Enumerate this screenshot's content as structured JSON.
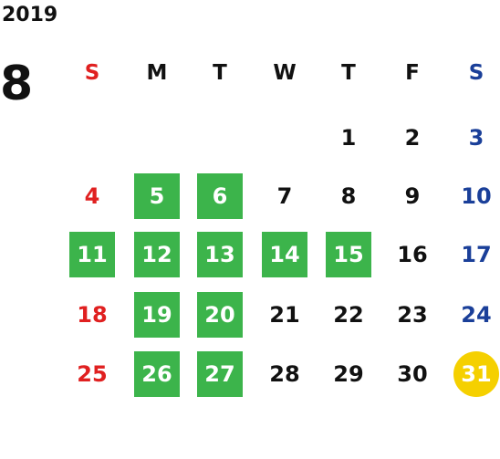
{
  "header": {
    "year": "2019",
    "month": "8"
  },
  "weekdays": [
    "S",
    "M",
    "T",
    "W",
    "T",
    "F",
    "S"
  ],
  "colors": {
    "sunday": "#e02020",
    "saturday": "#1a3f99",
    "weekday": "#111111",
    "green_highlight": "#3cb44b",
    "today_circle": "#f5d000"
  },
  "days": [
    {
      "label": "1",
      "col": 4,
      "row": 0,
      "style": "plain"
    },
    {
      "label": "2",
      "col": 5,
      "row": 0,
      "style": "plain"
    },
    {
      "label": "3",
      "col": 6,
      "row": 0,
      "style": "plain"
    },
    {
      "label": "4",
      "col": 0,
      "row": 1,
      "style": "plain"
    },
    {
      "label": "5",
      "col": 1,
      "row": 1,
      "style": "green"
    },
    {
      "label": "6",
      "col": 2,
      "row": 1,
      "style": "green"
    },
    {
      "label": "7",
      "col": 3,
      "row": 1,
      "style": "plain"
    },
    {
      "label": "8",
      "col": 4,
      "row": 1,
      "style": "plain"
    },
    {
      "label": "9",
      "col": 5,
      "row": 1,
      "style": "plain"
    },
    {
      "label": "10",
      "col": 6,
      "row": 1,
      "style": "plain"
    },
    {
      "label": "11",
      "col": 0,
      "row": 2,
      "style": "green"
    },
    {
      "label": "12",
      "col": 1,
      "row": 2,
      "style": "green"
    },
    {
      "label": "13",
      "col": 2,
      "row": 2,
      "style": "green"
    },
    {
      "label": "14",
      "col": 3,
      "row": 2,
      "style": "green"
    },
    {
      "label": "15",
      "col": 4,
      "row": 2,
      "style": "green"
    },
    {
      "label": "16",
      "col": 5,
      "row": 2,
      "style": "plain"
    },
    {
      "label": "17",
      "col": 6,
      "row": 2,
      "style": "plain"
    },
    {
      "label": "18",
      "col": 0,
      "row": 3,
      "style": "plain"
    },
    {
      "label": "19",
      "col": 1,
      "row": 3,
      "style": "green"
    },
    {
      "label": "20",
      "col": 2,
      "row": 3,
      "style": "green"
    },
    {
      "label": "21",
      "col": 3,
      "row": 3,
      "style": "plain"
    },
    {
      "label": "22",
      "col": 4,
      "row": 3,
      "style": "plain"
    },
    {
      "label": "23",
      "col": 5,
      "row": 3,
      "style": "plain"
    },
    {
      "label": "24",
      "col": 6,
      "row": 3,
      "style": "plain"
    },
    {
      "label": "25",
      "col": 0,
      "row": 4,
      "style": "plain"
    },
    {
      "label": "26",
      "col": 1,
      "row": 4,
      "style": "green"
    },
    {
      "label": "27",
      "col": 2,
      "row": 4,
      "style": "green"
    },
    {
      "label": "28",
      "col": 3,
      "row": 4,
      "style": "plain"
    },
    {
      "label": "29",
      "col": 4,
      "row": 4,
      "style": "plain"
    },
    {
      "label": "30",
      "col": 5,
      "row": 4,
      "style": "plain"
    },
    {
      "label": "31",
      "col": 6,
      "row": 4,
      "style": "circle"
    }
  ]
}
